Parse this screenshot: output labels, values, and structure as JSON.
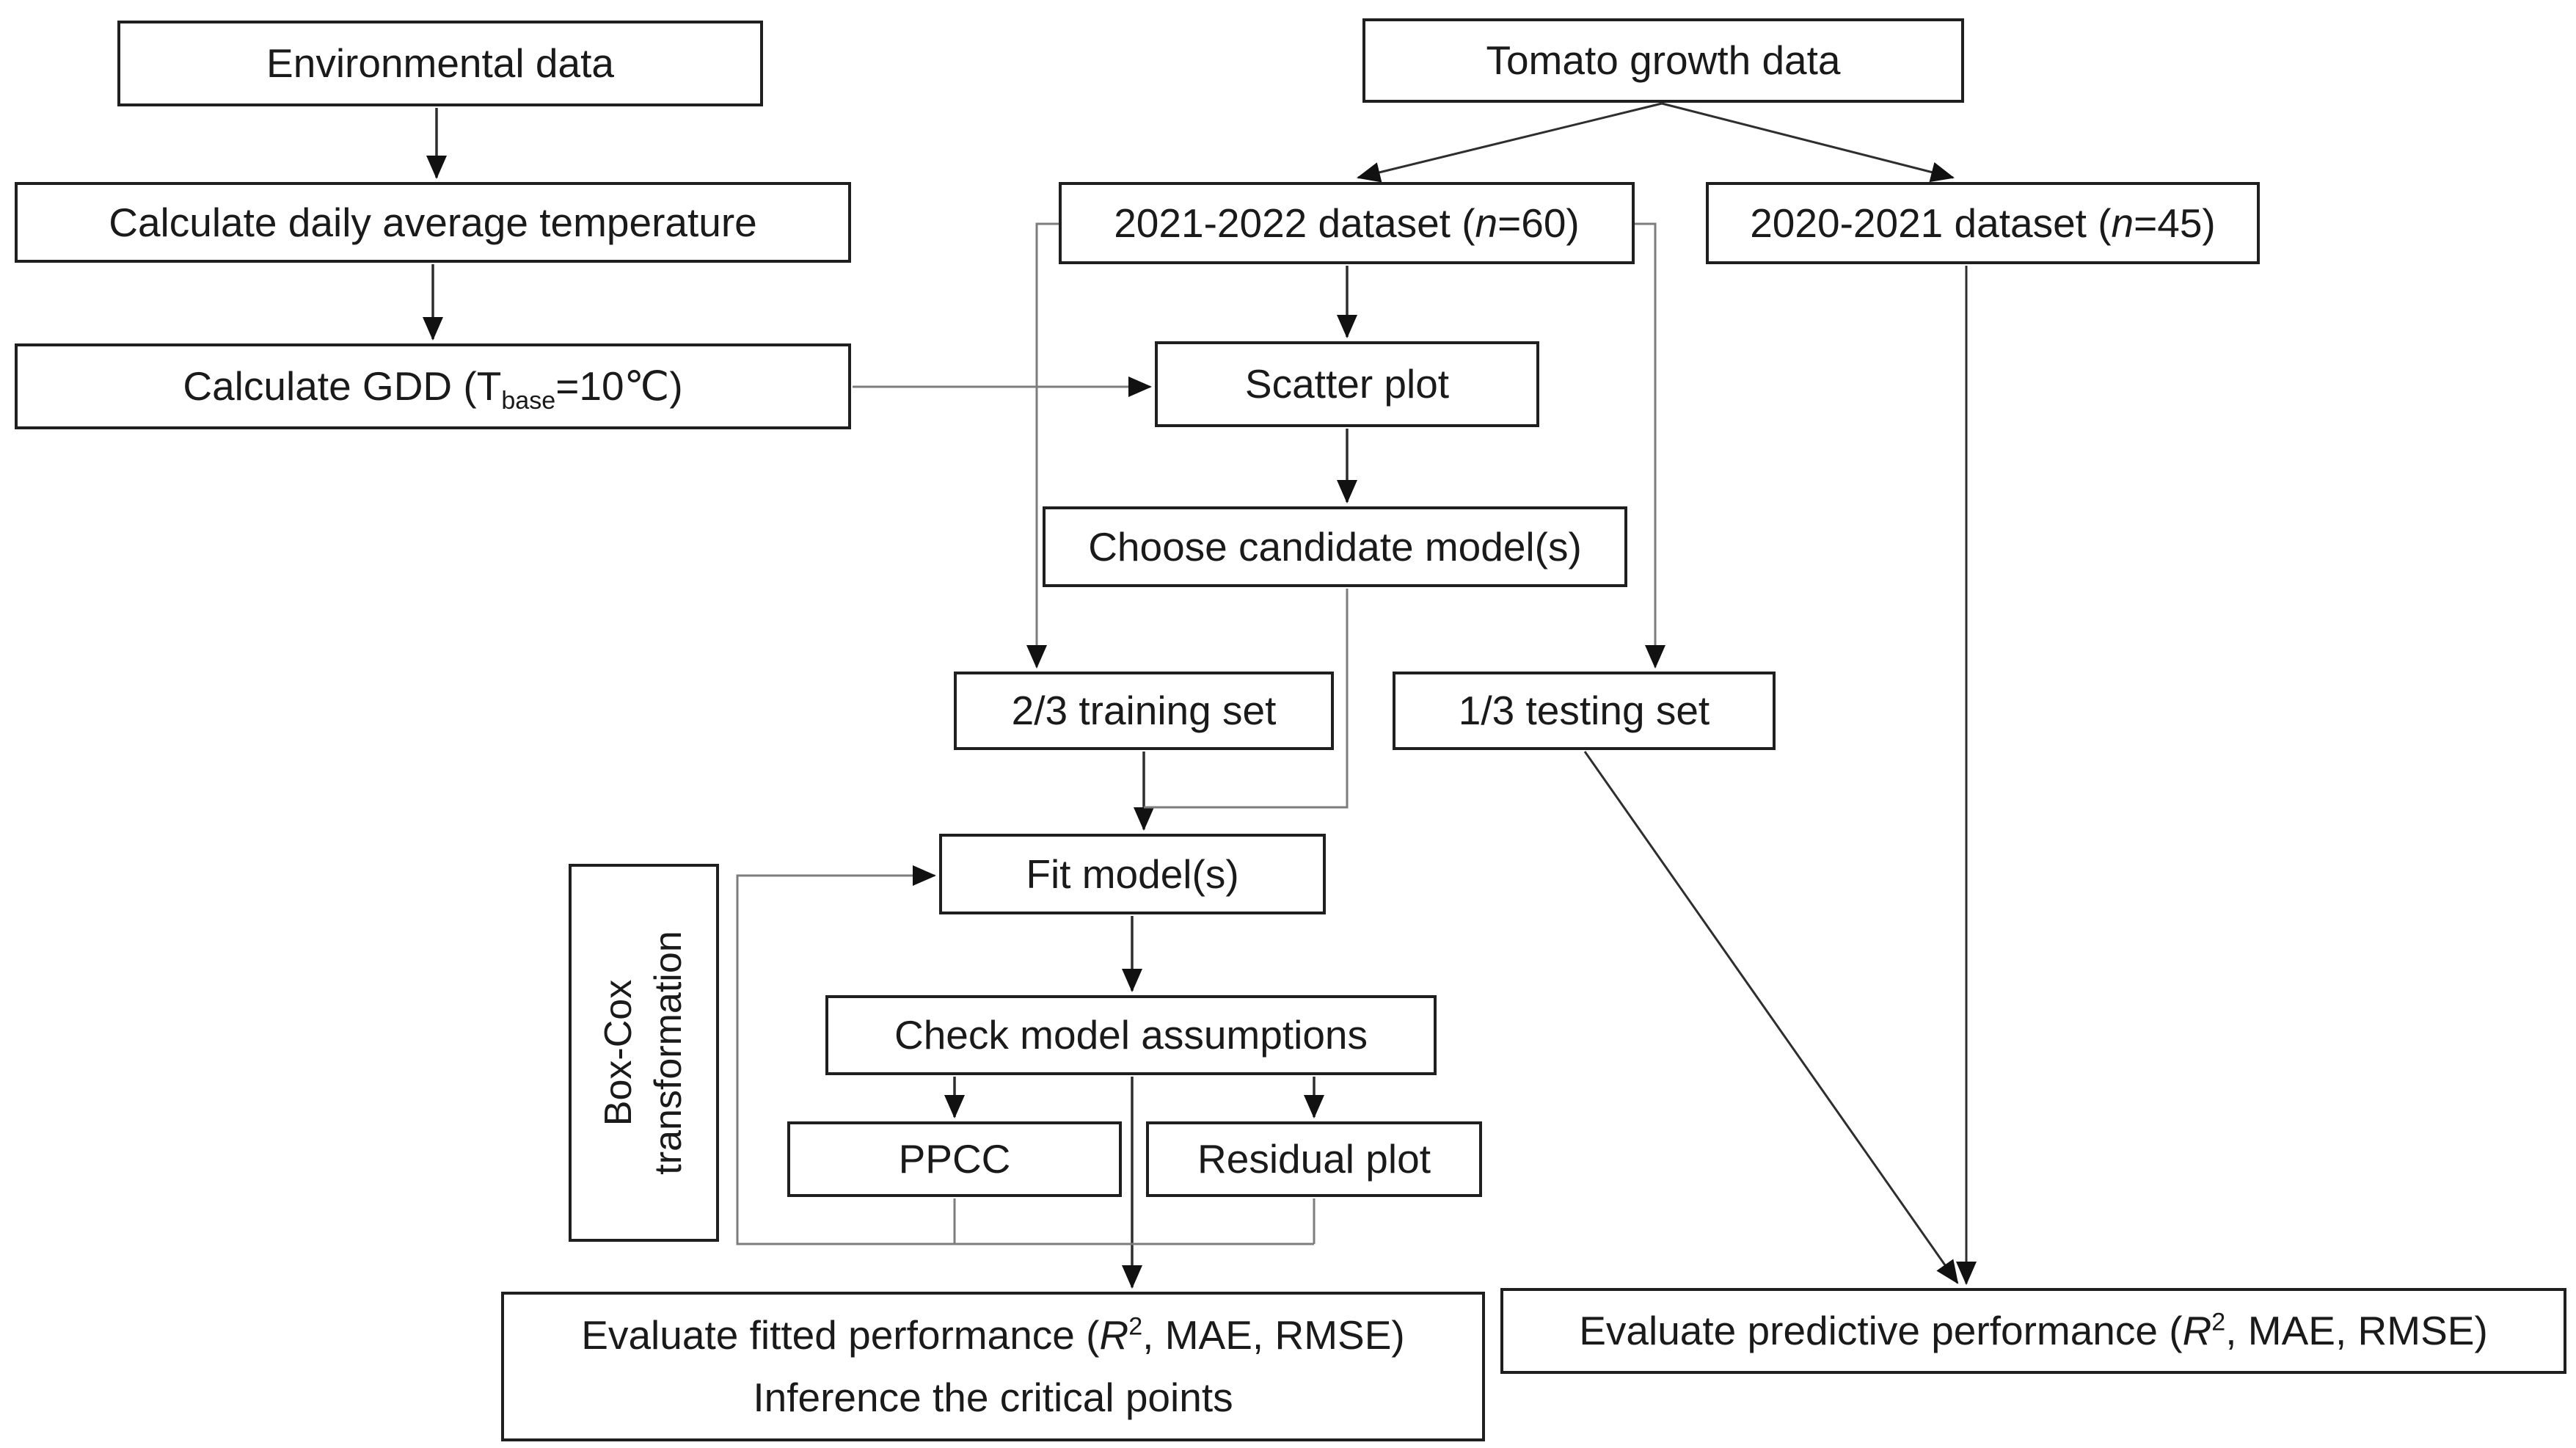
{
  "figure": {
    "type": "flowchart",
    "background": "#ffffff"
  },
  "colors": {
    "box_border": "#1f1f1f",
    "box_fill": "#ffffff",
    "text": "#1a1a1a",
    "line_dark": "#2e2e2e",
    "line_gray": "#7d7d7d",
    "arrowhead": "#111111"
  },
  "boxes": {
    "env": {
      "label": "Environmental data"
    },
    "calc_temp": {
      "label": "Calculate daily average temperature"
    },
    "calc_gdd": {
      "pre": "Calculate GDD (T",
      "sub": "base",
      "post": "=10℃)"
    },
    "tomato": {
      "label": "Tomato growth data"
    },
    "ds2122": {
      "pre": "2021-2022 dataset (",
      "n": "n",
      "post": "=60)"
    },
    "ds2021": {
      "pre": "2020-2021 dataset (",
      "n": "n",
      "post": "=45)"
    },
    "scatter": {
      "label": "Scatter plot"
    },
    "choose": {
      "label": "Choose candidate model(s)"
    },
    "train": {
      "label": "2/3 training set"
    },
    "test": {
      "label": "1/3 testing set"
    },
    "fit": {
      "label": "Fit model(s)"
    },
    "check": {
      "label": "Check model assumptions"
    },
    "ppcc": {
      "label": "PPCC"
    },
    "resid": {
      "label": "Residual plot"
    },
    "boxcox": {
      "line1": "Box-Cox",
      "line2": "transformation"
    },
    "eval_fit": {
      "pre": "Evaluate fitted performance (",
      "r": "R",
      "sup": "2",
      "post": ", MAE, RMSE)",
      "line2": "Inference the critical points"
    },
    "eval_pred": {
      "pre": "Evaluate predictive performance (",
      "r": "R",
      "sup": "2",
      "post": ", MAE, RMSE)"
    }
  }
}
